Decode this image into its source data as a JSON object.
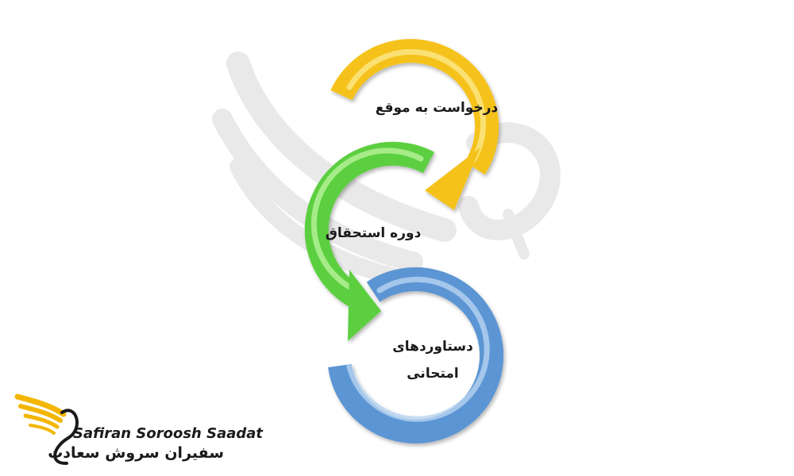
{
  "diagram": {
    "steps": [
      {
        "id": "step-1",
        "label": "درخواست به موقع",
        "color": "#f5c21b",
        "highlight": "#fde98a",
        "shadow": "#c99500"
      },
      {
        "id": "step-2",
        "label": "دوره استحقاق",
        "color": "#5ccf3f",
        "highlight": "#b8f29b",
        "shadow": "#34a01e"
      },
      {
        "id": "step-3",
        "label": "دستاوردهای امتحانی",
        "color": "#5b95d4",
        "highlight": "#b6d3f0",
        "shadow": "#3d73b3"
      }
    ]
  },
  "branding": {
    "name_en": "Safiran Soroosh Saadat",
    "name_fa": "سفیران سروش سعادت",
    "accent_color": "#f2b600",
    "logo_icon": "golden-wing-swan-logo"
  },
  "watermark": {
    "icon": "wing-swirl-watermark",
    "color": "#e9e9e9"
  }
}
